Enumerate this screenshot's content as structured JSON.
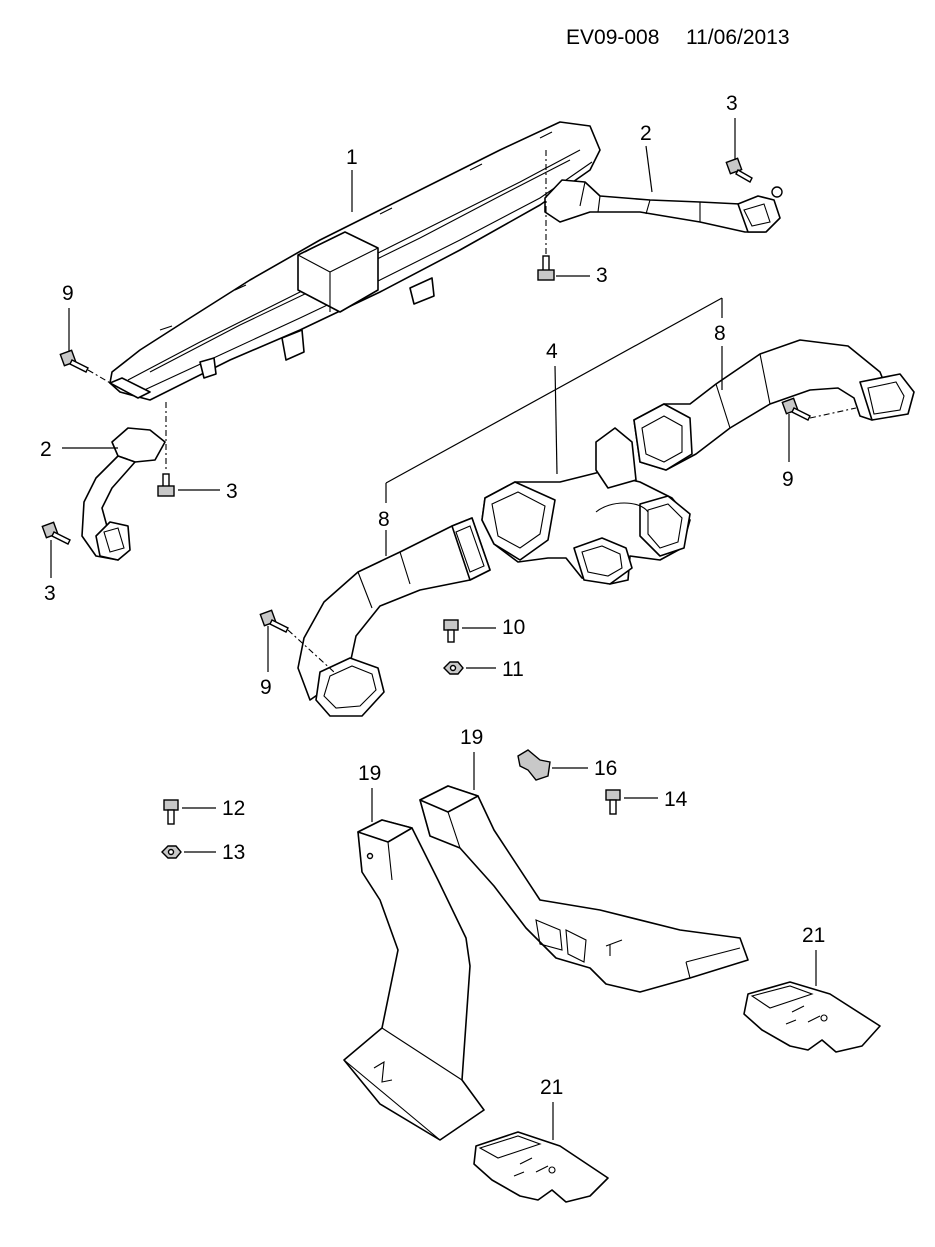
{
  "header": {
    "ref": "EV09-008",
    "date": "11/06/2013"
  },
  "callouts": {
    "p1": "1",
    "p2a": "2",
    "p2b": "2",
    "p3a": "3",
    "p3b": "3",
    "p3c": "3",
    "p3d": "3",
    "p4": "4",
    "p8a": "8",
    "p8b": "8",
    "p9a": "9",
    "p9b": "9",
    "p9c": "9",
    "p10": "10",
    "p11": "11",
    "p12": "12",
    "p13": "13",
    "p14": "14",
    "p16": "16",
    "p19a": "19",
    "p19b": "19",
    "p21a": "21",
    "p21b": "21"
  }
}
